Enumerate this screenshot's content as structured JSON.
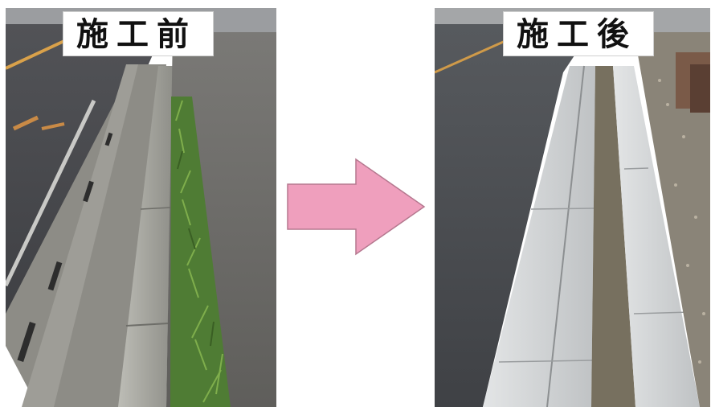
{
  "before_photo": {
    "label": "施工前",
    "icon": "photo-before-construction"
  },
  "after_photo": {
    "label": "施工後",
    "icon": "photo-after-construction"
  },
  "arrow": {
    "icon": "right-arrow-icon",
    "color": "#ef9fbd",
    "stroke_color": "#b5788f"
  },
  "colors": {
    "asphalt": "#4b4c50",
    "curb_old": "#a9a9a3",
    "curb_new": "#d8dadb",
    "grass": "#5d8a3a",
    "sidewalk": "#6b6a67"
  }
}
